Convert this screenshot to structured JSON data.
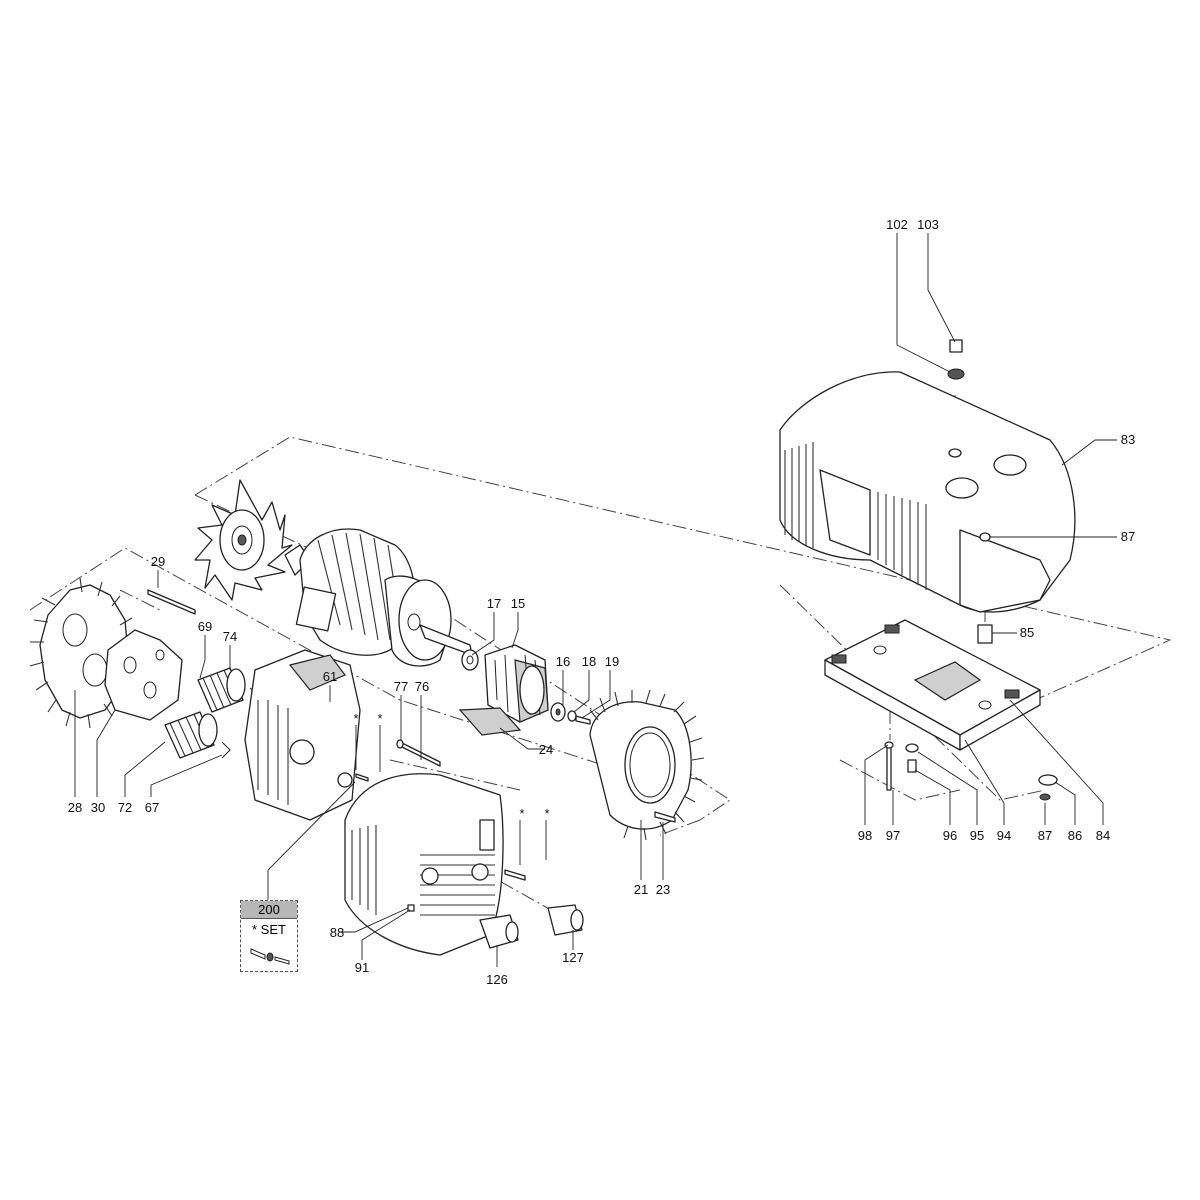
{
  "diagram": {
    "parts": [
      {
        "id": "p102",
        "label": "102"
      },
      {
        "id": "p103",
        "label": "103"
      },
      {
        "id": "p83",
        "label": "83"
      },
      {
        "id": "p87a",
        "label": "87"
      },
      {
        "id": "p85",
        "label": "85"
      },
      {
        "id": "p84",
        "label": "84"
      },
      {
        "id": "p94",
        "label": "94"
      },
      {
        "id": "p95",
        "label": "95"
      },
      {
        "id": "p96",
        "label": "96"
      },
      {
        "id": "p97",
        "label": "97"
      },
      {
        "id": "p98",
        "label": "98"
      },
      {
        "id": "p87b",
        "label": "87"
      },
      {
        "id": "p86",
        "label": "86"
      },
      {
        "id": "p29",
        "label": "29"
      },
      {
        "id": "p69",
        "label": "69"
      },
      {
        "id": "p74",
        "label": "74"
      },
      {
        "id": "p17",
        "label": "17"
      },
      {
        "id": "p15",
        "label": "15"
      },
      {
        "id": "p16",
        "label": "16"
      },
      {
        "id": "p18",
        "label": "18"
      },
      {
        "id": "p19",
        "label": "19"
      },
      {
        "id": "p24",
        "label": "24"
      },
      {
        "id": "p61",
        "label": "61"
      },
      {
        "id": "p77",
        "label": "77"
      },
      {
        "id": "p76",
        "label": "76"
      },
      {
        "id": "p28",
        "label": "28"
      },
      {
        "id": "p30",
        "label": "30"
      },
      {
        "id": "p72",
        "label": "72"
      },
      {
        "id": "p67",
        "label": "67"
      },
      {
        "id": "p21",
        "label": "21"
      },
      {
        "id": "p23",
        "label": "23"
      },
      {
        "id": "p88",
        "label": "88"
      },
      {
        "id": "p91",
        "label": "91"
      },
      {
        "id": "p126",
        "label": "126"
      },
      {
        "id": "p127",
        "label": "127"
      }
    ],
    "set_marks": [
      "*",
      "*",
      "*",
      "*"
    ],
    "set_box": {
      "number": "200",
      "text": "* SET"
    }
  }
}
